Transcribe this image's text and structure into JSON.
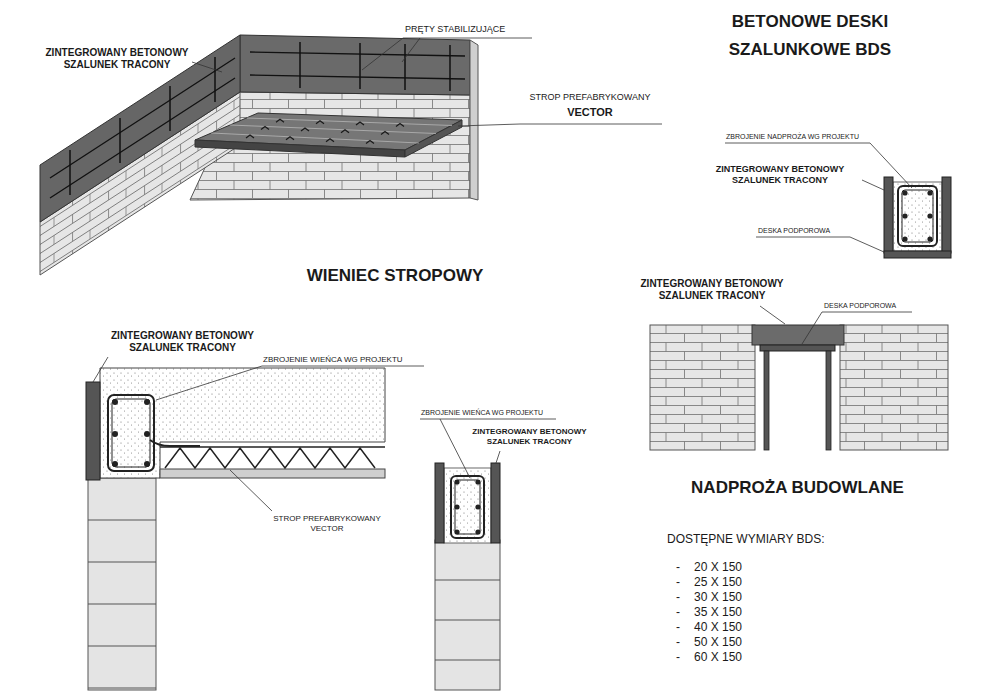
{
  "diagram": {
    "title": "BETONOWE DESKI SZALUNKOWE BDS",
    "labels": [
      "ZINTEGROWANY BETONOWY SZALUNEK TRACONY",
      "PRĘTY STABILIZUJĄCE",
      "STROP PREFABRYKOWANY",
      "VECTOR",
      "WIENIEC STROPOWY",
      "ZINTEGROWANY BETONOWY SZALUNEK TRACONY",
      "ZBROJENIE WIEŃCA WG PROJEKTU",
      "STROP PREFABRYKOWANY VECTOR",
      "ZBROJENIE WIEŃCA WG PROJEKTU",
      "ZINTEGROWANY BETONOWY SZALUNEK TRACONY",
      "ZBROJENIE NADPROŻA WG PROJEKTU",
      "ZINTEGROWANY BETONOWY SZALUNEK TRACONY",
      "DESKA PODPOROWA",
      "ZINTEGROWANY BETONOWY SZALUNEK TRACONY",
      "DESKA PODPOROWA",
      "NADPROŻA BUDOWLANE",
      "DOSTĘPNE WYMIARY BDS:",
      "-",
      "20 X 150",
      "-",
      "25 X 150",
      "-",
      "30 X 150",
      "-",
      "35 X 150",
      "-",
      "40 X 150",
      "-",
      "50 X 150",
      "-",
      "60 X 150"
    ]
  }
}
